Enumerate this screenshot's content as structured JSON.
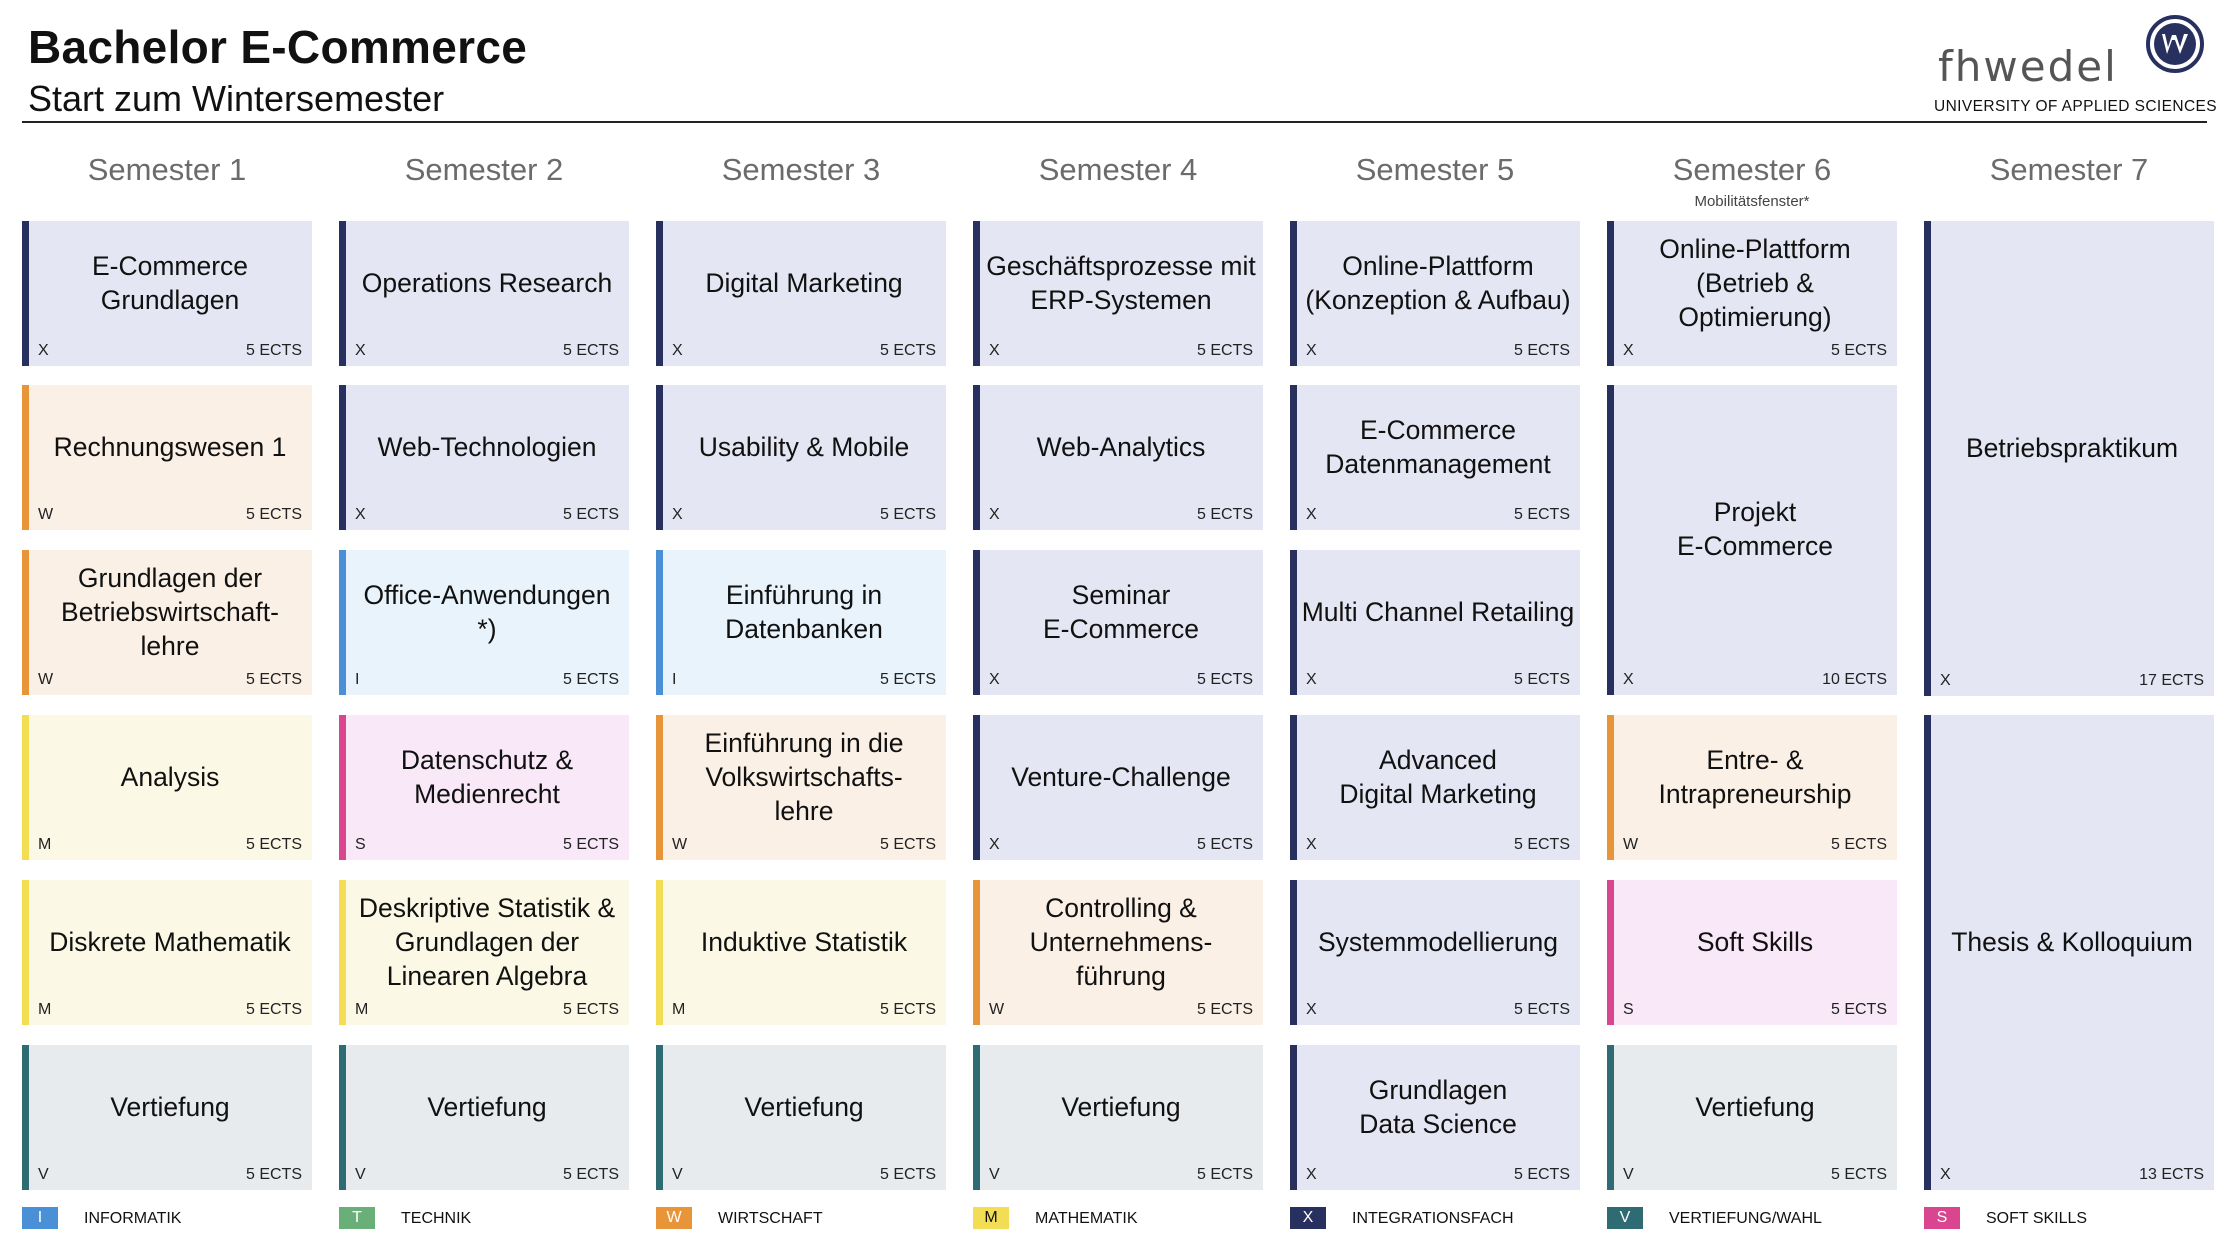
{
  "header": {
    "title": "Bachelor E-Commerce",
    "subtitle": "Start zum Wintersemester",
    "logo_text": "fhwedel",
    "logo_sub": "UNIVERSITY OF APPLIED SCIENCES"
  },
  "colors": {
    "I": {
      "bar": "#4a90d6",
      "bg": "#e8f3fb"
    },
    "T": {
      "bar": "#6aaf78",
      "bg": "#e8f4ea"
    },
    "W": {
      "bar": "#e8953a",
      "bg": "#fbf0e6"
    },
    "M": {
      "bar": "#f2dd55",
      "bg": "#fbf9e6"
    },
    "X": {
      "bar": "#283060",
      "bg": "#e5e6f3"
    },
    "V": {
      "bar": "#2f6b72",
      "bg": "#e8ebee"
    },
    "S": {
      "bar": "#d9468f",
      "bg": "#f9e8f8"
    },
    "logo_blue": "#283060"
  },
  "semesters": [
    {
      "label": "Semester 1",
      "note": ""
    },
    {
      "label": "Semester 2",
      "note": ""
    },
    {
      "label": "Semester 3",
      "note": ""
    },
    {
      "label": "Semester 4",
      "note": ""
    },
    {
      "label": "Semester 5",
      "note": ""
    },
    {
      "label": "Semester 6",
      "note": "Mobilitätsfenster*"
    },
    {
      "label": "Semester 7",
      "note": ""
    }
  ],
  "modules": [
    {
      "sem": 0,
      "row": 0,
      "span": 1,
      "name": "E-Commerce\nGrundlagen",
      "code": "X",
      "ects": "5 ECTS"
    },
    {
      "sem": 0,
      "row": 1,
      "span": 1,
      "name": "Rechnungswesen 1",
      "code": "W",
      "ects": "5 ECTS"
    },
    {
      "sem": 0,
      "row": 2,
      "span": 1,
      "name": "Grundlagen der\nBetriebswirtschaft-\nlehre",
      "code": "W",
      "ects": "5 ECTS"
    },
    {
      "sem": 0,
      "row": 3,
      "span": 1,
      "name": "Analysis",
      "code": "M",
      "ects": "5 ECTS"
    },
    {
      "sem": 0,
      "row": 4,
      "span": 1,
      "name": "Diskrete Mathematik",
      "code": "M",
      "ects": "5 ECTS"
    },
    {
      "sem": 0,
      "row": 5,
      "span": 1,
      "name": "Vertiefung",
      "code": "V",
      "ects": "5 ECTS"
    },
    {
      "sem": 1,
      "row": 0,
      "span": 1,
      "name": "Operations Research",
      "code": "X",
      "ects": "5 ECTS"
    },
    {
      "sem": 1,
      "row": 1,
      "span": 1,
      "name": "Web-Technologien",
      "code": "X",
      "ects": "5 ECTS"
    },
    {
      "sem": 1,
      "row": 2,
      "span": 1,
      "name": "Office-Anwendungen\n*)",
      "code": "I",
      "ects": "5 ECTS"
    },
    {
      "sem": 1,
      "row": 3,
      "span": 1,
      "name": "Datenschutz &\nMedienrecht",
      "code": "S",
      "ects": "5 ECTS"
    },
    {
      "sem": 1,
      "row": 4,
      "span": 1,
      "name": "Deskriptive Statistik &\nGrundlagen der\nLinearen Algebra",
      "code": "M",
      "ects": "5 ECTS"
    },
    {
      "sem": 1,
      "row": 5,
      "span": 1,
      "name": "Vertiefung",
      "code": "V",
      "ects": "5 ECTS"
    },
    {
      "sem": 2,
      "row": 0,
      "span": 1,
      "name": "Digital Marketing",
      "code": "X",
      "ects": "5 ECTS"
    },
    {
      "sem": 2,
      "row": 1,
      "span": 1,
      "name": "Usability & Mobile",
      "code": "X",
      "ects": "5 ECTS"
    },
    {
      "sem": 2,
      "row": 2,
      "span": 1,
      "name": "Einführung in\nDatenbanken",
      "code": "I",
      "ects": "5 ECTS"
    },
    {
      "sem": 2,
      "row": 3,
      "span": 1,
      "name": "Einführung in die\nVolkswirtschafts-\nlehre",
      "code": "W",
      "ects": "5 ECTS"
    },
    {
      "sem": 2,
      "row": 4,
      "span": 1,
      "name": "Induktive Statistik",
      "code": "M",
      "ects": "5 ECTS"
    },
    {
      "sem": 2,
      "row": 5,
      "span": 1,
      "name": "Vertiefung",
      "code": "V",
      "ects": "5 ECTS"
    },
    {
      "sem": 3,
      "row": 0,
      "span": 1,
      "name": "Geschäftsprozesse mit\nERP-Systemen",
      "code": "X",
      "ects": "5 ECTS"
    },
    {
      "sem": 3,
      "row": 1,
      "span": 1,
      "name": "Web-Analytics",
      "code": "X",
      "ects": "5 ECTS"
    },
    {
      "sem": 3,
      "row": 2,
      "span": 1,
      "name": "Seminar\nE-Commerce",
      "code": "X",
      "ects": "5 ECTS"
    },
    {
      "sem": 3,
      "row": 3,
      "span": 1,
      "name": "Venture-Challenge",
      "code": "X",
      "ects": "5 ECTS"
    },
    {
      "sem": 3,
      "row": 4,
      "span": 1,
      "name": "Controlling &\nUnternehmens-\nführung",
      "code": "W",
      "ects": "5 ECTS"
    },
    {
      "sem": 3,
      "row": 5,
      "span": 1,
      "name": "Vertiefung",
      "code": "V",
      "ects": "5 ECTS"
    },
    {
      "sem": 4,
      "row": 0,
      "span": 1,
      "name": "Online-Plattform\n(Konzeption & Aufbau)",
      "code": "X",
      "ects": "5 ECTS"
    },
    {
      "sem": 4,
      "row": 1,
      "span": 1,
      "name": "E-Commerce\nDatenmanagement",
      "code": "X",
      "ects": "5 ECTS"
    },
    {
      "sem": 4,
      "row": 2,
      "span": 1,
      "name": "Multi Channel Retailing",
      "code": "X",
      "ects": "5 ECTS"
    },
    {
      "sem": 4,
      "row": 3,
      "span": 1,
      "name": "Advanced\nDigital Marketing",
      "code": "X",
      "ects": "5 ECTS"
    },
    {
      "sem": 4,
      "row": 4,
      "span": 1,
      "name": "Systemmodellierung",
      "code": "X",
      "ects": "5 ECTS"
    },
    {
      "sem": 4,
      "row": 5,
      "span": 1,
      "name": "Grundlagen\nData Science",
      "code": "X",
      "ects": "5 ECTS"
    },
    {
      "sem": 5,
      "row": 0,
      "span": 1,
      "name": "Online-Plattform\n(Betrieb &\nOptimierung)",
      "code": "X",
      "ects": "5 ECTS"
    },
    {
      "sem": 5,
      "row": 1,
      "span": 2,
      "name": "Projekt\nE-Commerce",
      "code": "X",
      "ects": "10 ECTS"
    },
    {
      "sem": 5,
      "row": 3,
      "span": 1,
      "name": "Entre- &\nIntrapreneurship",
      "code": "W",
      "ects": "5 ECTS"
    },
    {
      "sem": 5,
      "row": 4,
      "span": 1,
      "name": "Soft Skills",
      "code": "S",
      "ects": "5 ECTS"
    },
    {
      "sem": 5,
      "row": 5,
      "span": 1,
      "name": "Vertiefung",
      "code": "V",
      "ects": "5 ECTS"
    },
    {
      "sem": 6,
      "row": 0,
      "span": 3,
      "name": "Betriebspraktikum",
      "code": "X",
      "ects": "17 ECTS"
    },
    {
      "sem": 6,
      "row": 3,
      "span": 3,
      "name": "Thesis & Kolloquium",
      "code": "X",
      "ects": "13 ECTS"
    }
  ],
  "legend": [
    {
      "code": "I",
      "label": "INFORMATIK"
    },
    {
      "code": "T",
      "label": "TECHNIK"
    },
    {
      "code": "W",
      "label": "WIRTSCHAFT"
    },
    {
      "code": "M",
      "label": "MATHEMATIK"
    },
    {
      "code": "X",
      "label": "INTEGRATIONSFACH"
    },
    {
      "code": "V",
      "label": "VERTIEFUNG/WAHL"
    },
    {
      "code": "S",
      "label": "SOFT SKILLS"
    }
  ]
}
